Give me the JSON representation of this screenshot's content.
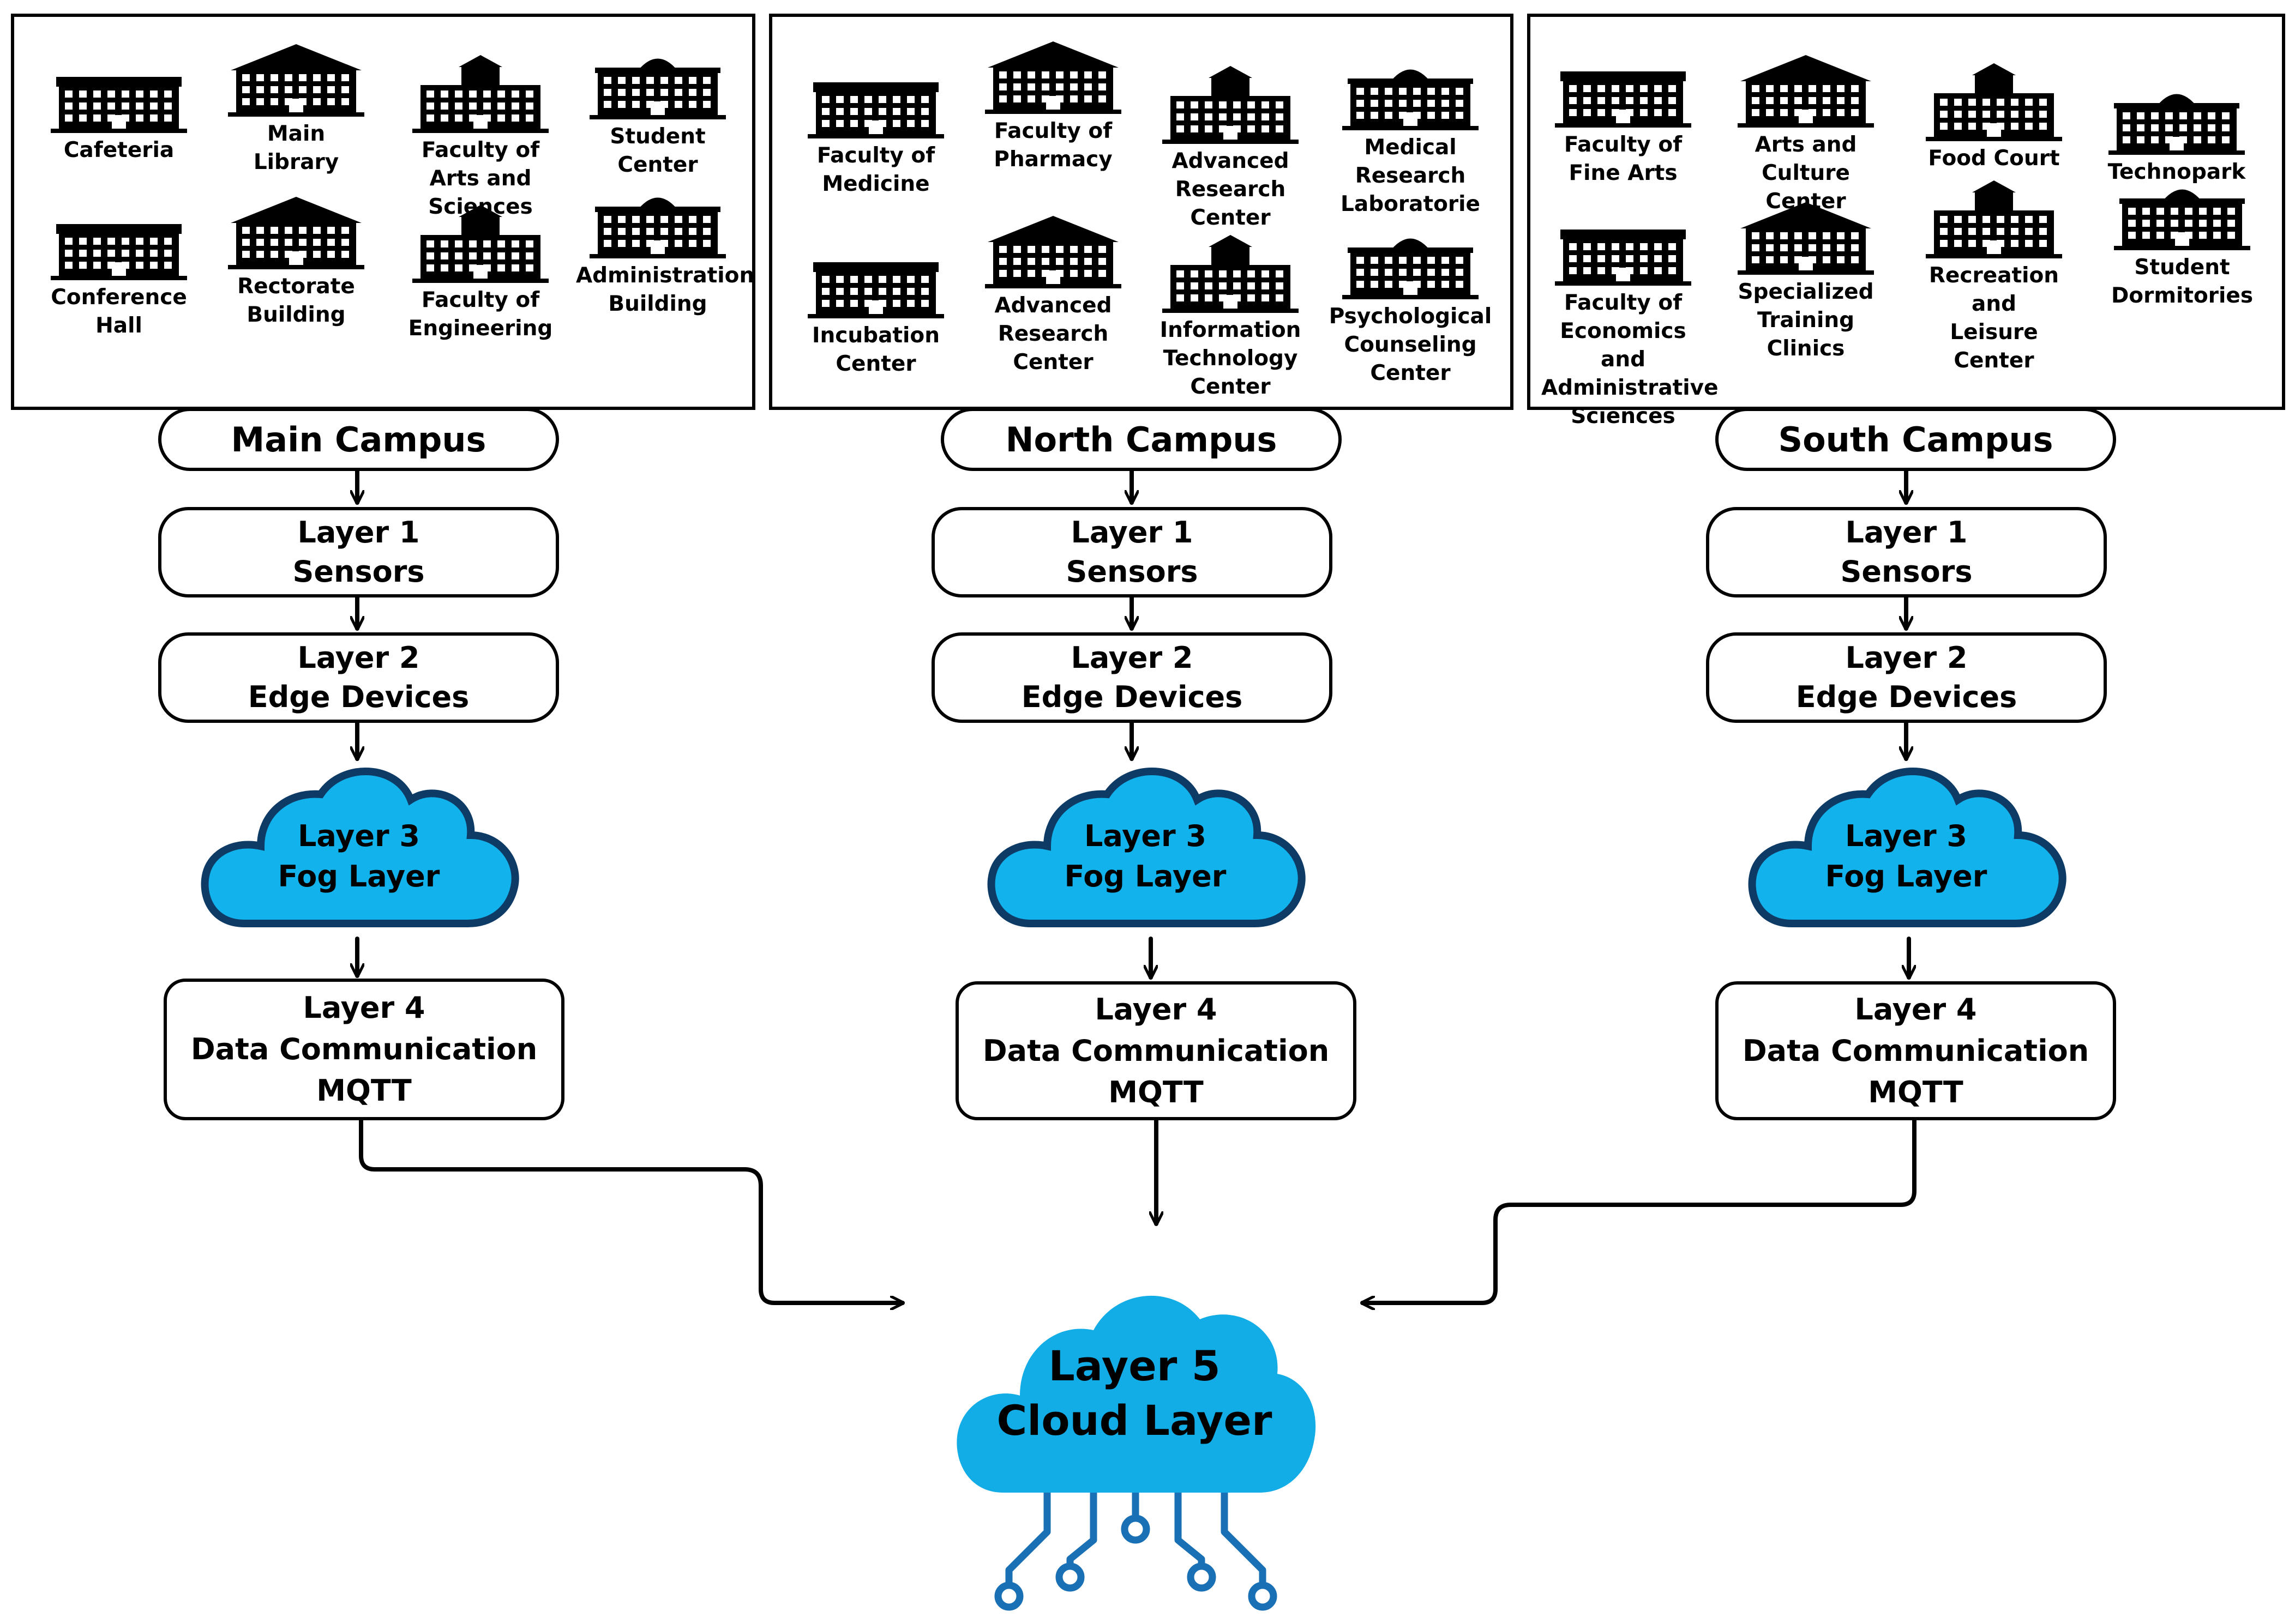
{
  "campuses": [
    {
      "name": "Main Campus",
      "buildings": [
        {
          "label": "Cafeteria",
          "icon": "cafeteria-building-icon"
        },
        {
          "label": "Main\nLibrary",
          "icon": "library-building-icon"
        },
        {
          "label": "Faculty of\nArts and\nSciences",
          "icon": "faculty-building-icon"
        },
        {
          "label": "Student\nCenter",
          "icon": "student-center-building-icon"
        },
        {
          "label": "Conference\nHall",
          "icon": "conference-hall-building-icon"
        },
        {
          "label": "Rectorate\nBuilding",
          "icon": "rectorate-building-icon"
        },
        {
          "label": "Faculty of\nEngineering",
          "icon": "engineering-building-icon"
        },
        {
          "label": "Administration\nBuilding",
          "icon": "administration-building-icon"
        }
      ],
      "layers": {
        "l1_title": "Layer 1",
        "l1_sub": "Sensors",
        "l2_title": "Layer 2",
        "l2_sub": "Edge Devices",
        "l3_title": "Layer 3",
        "l3_sub": "Fog Layer",
        "l4_title": "Layer 4",
        "l4_sub": "Data Communication",
        "l4_proto": "MQTT"
      }
    },
    {
      "name": "North Campus",
      "buildings": [
        {
          "label": "Faculty of\nMedicine",
          "icon": "medicine-building-icon"
        },
        {
          "label": "Faculty of\nPharmacy",
          "icon": "pharmacy-building-icon"
        },
        {
          "label": "Advanced\nResearch\nCenter",
          "icon": "research-building-icon"
        },
        {
          "label": "Medical\nResearch\nLaboratorie",
          "icon": "laboratory-building-icon"
        },
        {
          "label": "Incubation\nCenter",
          "icon": "incubation-building-icon"
        },
        {
          "label": "Advanced\nResearch\nCenter",
          "icon": "research-center-building-icon"
        },
        {
          "label": "Information\nTechnology\nCenter",
          "icon": "it-center-building-icon"
        },
        {
          "label": "Psychological\nCounseling\nCenter",
          "icon": "counseling-building-icon"
        }
      ],
      "layers": {
        "l1_title": "Layer 1",
        "l1_sub": "Sensors",
        "l2_title": "Layer 2",
        "l2_sub": "Edge Devices",
        "l3_title": "Layer 3",
        "l3_sub": "Fog Layer",
        "l4_title": "Layer 4",
        "l4_sub": "Data Communication",
        "l4_proto": "MQTT"
      }
    },
    {
      "name": "South Campus",
      "buildings": [
        {
          "label": "Faculty of\nFine Arts",
          "icon": "fine-arts-building-icon"
        },
        {
          "label": "Arts and\nCulture Center",
          "icon": "culture-center-building-icon"
        },
        {
          "label": "Food Court",
          "icon": "food-court-building-icon"
        },
        {
          "label": "Technopark",
          "icon": "technopark-building-icon"
        },
        {
          "label": "Faculty of\nEconomics and\nAdministrative\nSciences",
          "icon": "economics-building-icon"
        },
        {
          "label": "Specialized\nTraining Clinics",
          "icon": "clinics-building-icon"
        },
        {
          "label": "Recreation and\nLeisure Center",
          "icon": "recreation-building-icon"
        },
        {
          "label": "Student\nDormitories",
          "icon": "dormitories-building-icon"
        }
      ],
      "layers": {
        "l1_title": "Layer 1",
        "l1_sub": "Sensors",
        "l2_title": "Layer 2",
        "l2_sub": "Edge Devices",
        "l3_title": "Layer 3",
        "l3_sub": "Fog Layer",
        "l4_title": "Layer 4",
        "l4_sub": "Data Communication",
        "l4_proto": "MQTT"
      }
    }
  ],
  "cloud": {
    "title": "Layer 5",
    "sub": "Cloud Layer"
  },
  "colors": {
    "cloud_fill": "#12b3ec",
    "cloud_stroke": "#0e3b66",
    "cloud5_fill": "#12ade6",
    "circuit": "#1a70b5",
    "line": "#000000"
  }
}
